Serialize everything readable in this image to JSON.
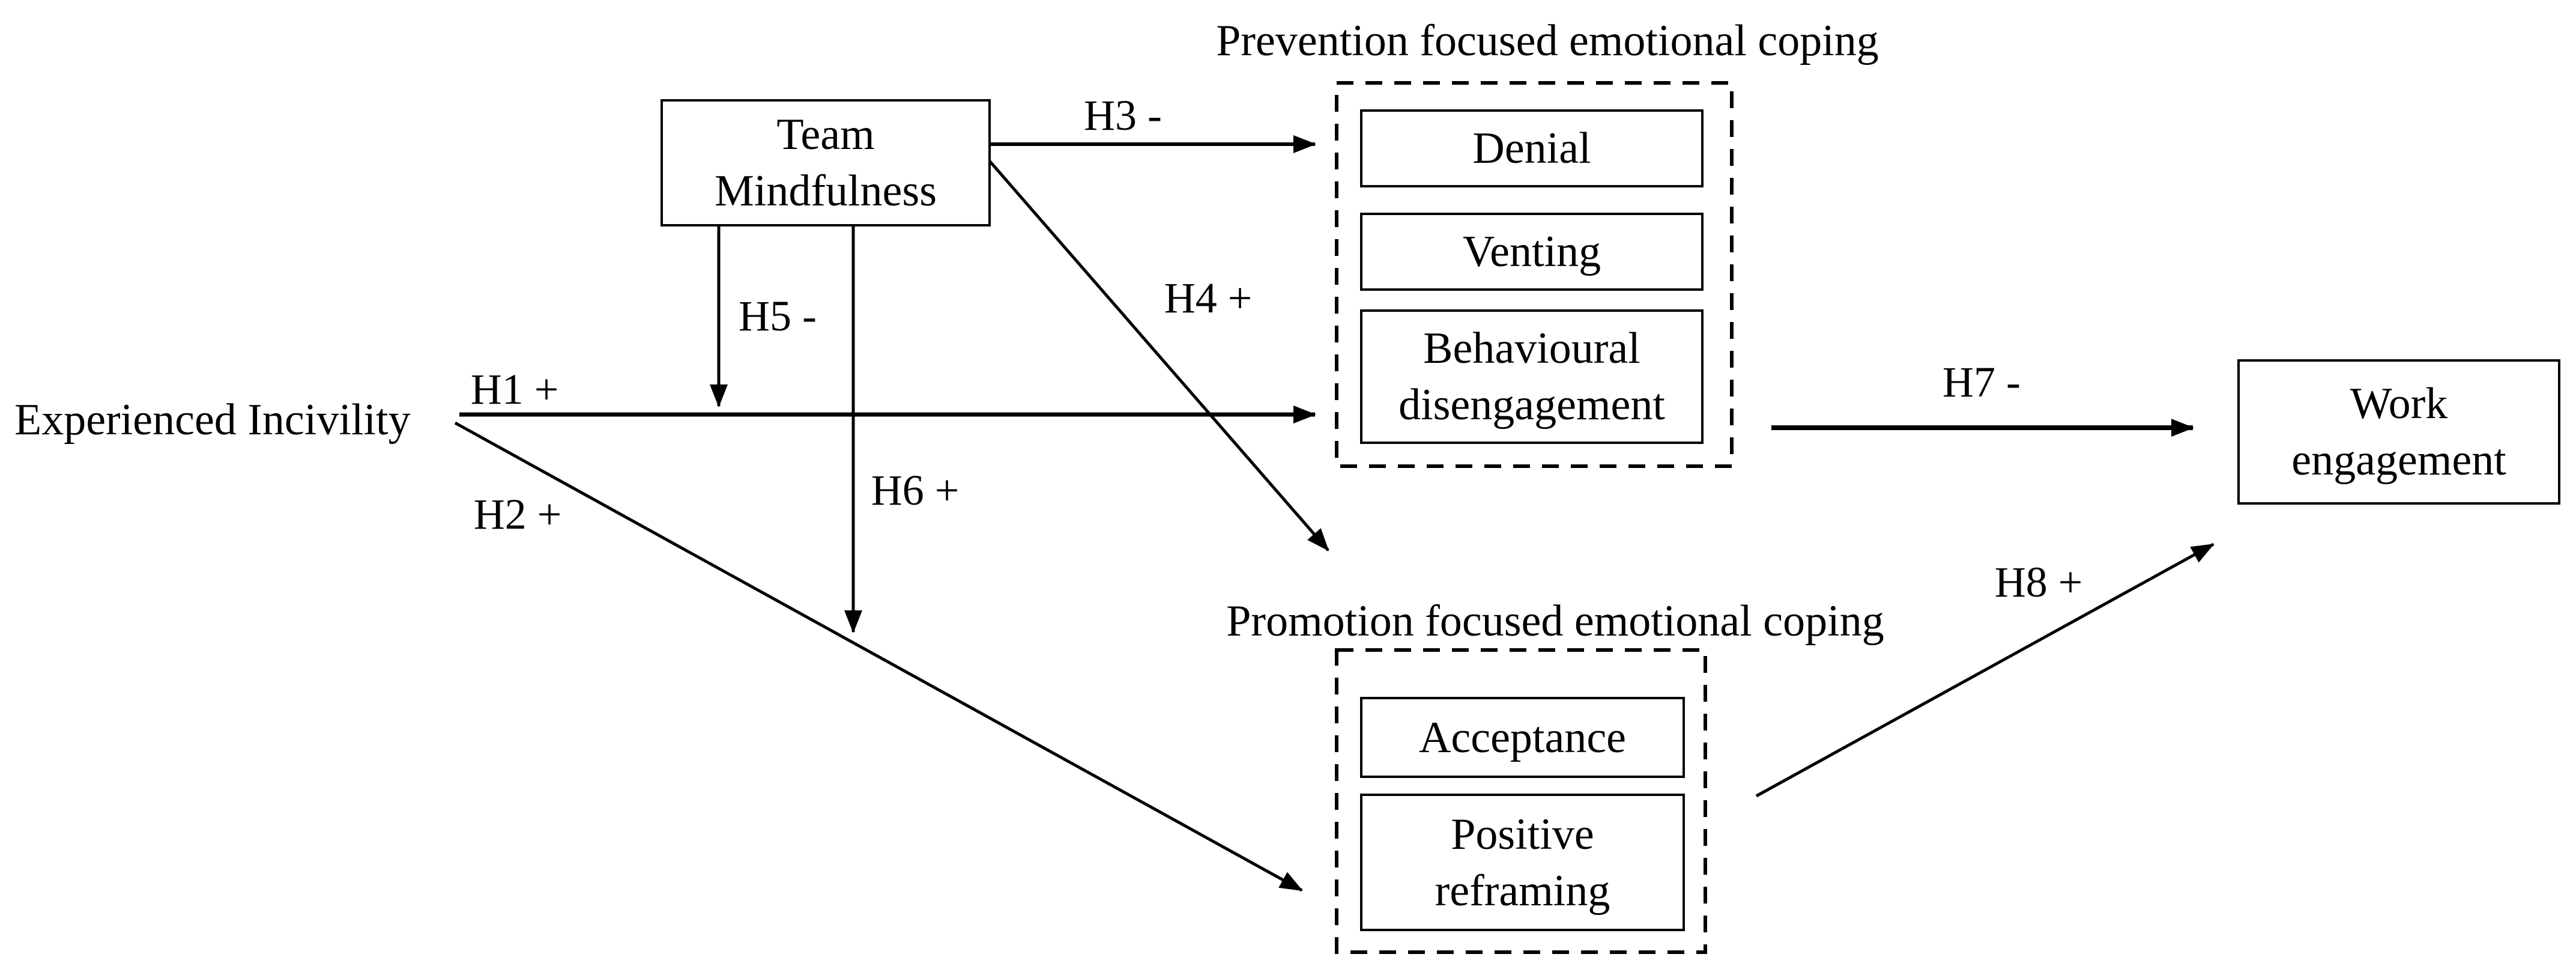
{
  "diagram": {
    "nodes": {
      "experienced_incivility": "Experienced Incivility",
      "team_mindfulness": "Team Mindfulness",
      "work_engagement": "Work engagement"
    },
    "groups": {
      "prevention": {
        "title": "Prevention focused emotional coping",
        "items": [
          "Denial",
          "Venting",
          "Behavioural disengagement"
        ]
      },
      "promotion": {
        "title": "Promotion focused emotional coping",
        "items": [
          "Acceptance",
          "Positive reframing"
        ]
      }
    },
    "hypotheses": {
      "h1": "H1 +",
      "h2": "H2 +",
      "h3": "H3 -",
      "h4": "H4 +",
      "h5": "H5 -",
      "h6": "H6 +",
      "h7": "H7 -",
      "h8": "H8 +"
    },
    "colors": {
      "line": "#000000",
      "background": "#ffffff"
    }
  }
}
